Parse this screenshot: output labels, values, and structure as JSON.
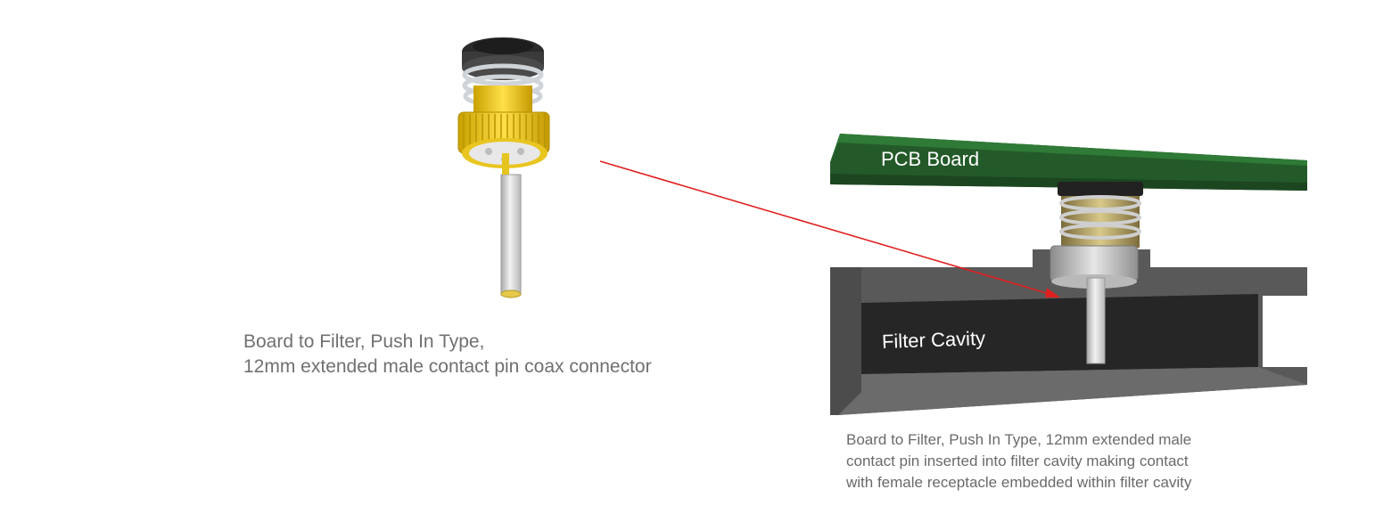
{
  "connector": {
    "caption_line1": "Board to Filter, Push In Type,",
    "caption_line2": "12mm extended male contact pin coax connector"
  },
  "assembly": {
    "pcb_label": "PCB Board",
    "cavity_label": "Filter Cavity",
    "caption_line1": "Board to Filter, Push In Type, 12mm extended male",
    "caption_line2": "contact pin inserted into filter cavity making contact",
    "caption_line3": "with female receptacle embedded within filter cavity"
  },
  "colors": {
    "pcb_green": "#245a2a",
    "cavity_gray": "#5a5a5a",
    "connector_gold": "#e8c21e",
    "pointer_red": "#e02020"
  }
}
